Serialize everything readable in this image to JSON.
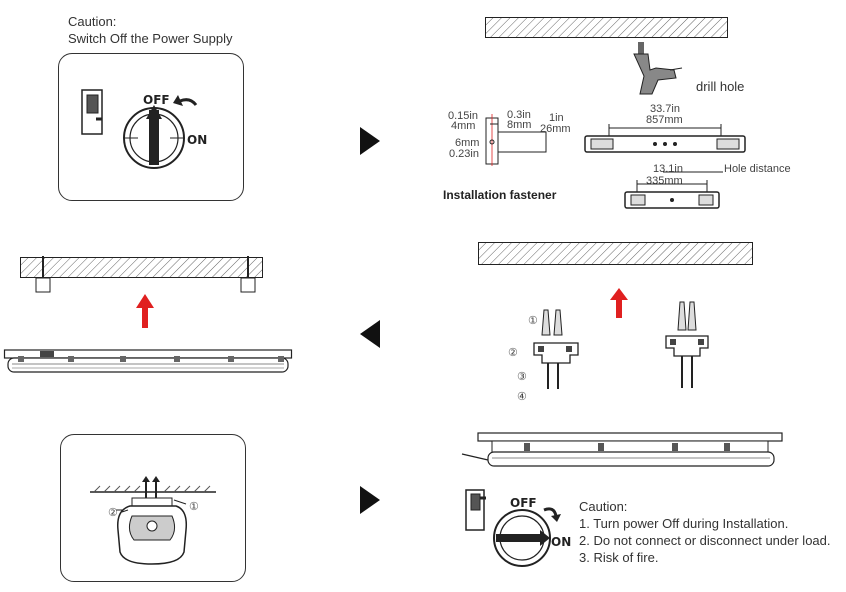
{
  "step1": {
    "caution_title": "Caution:",
    "caution_text": "Switch Off the Power Supply",
    "switch_off_label": "OFF",
    "switch_on_label": "ON"
  },
  "step2": {
    "drill_label": "drill hole",
    "fastener_title": "Installation fastener",
    "dim_015in": "0.15in",
    "dim_4mm": "4mm",
    "dim_03in": "0.3in",
    "dim_8mm": "8mm",
    "dim_1in": "1in",
    "dim_26mm": "26mm",
    "dim_6mm": "6mm",
    "dim_023in": "0.23in",
    "dim_337in": "33.7in",
    "dim_857mm": "857mm",
    "dim_131in": "13.1in",
    "dim_335mm": "335mm",
    "hole_distance": "Hole distance"
  },
  "step4": {
    "callout_1": "①",
    "callout_2": "②",
    "callout_3": "③",
    "callout_4": "④"
  },
  "step5": {
    "callout_1": "①",
    "callout_2": "②"
  },
  "step6": {
    "switch_off_label": "OFF",
    "switch_on_label": "ON",
    "caution_title": "Caution:",
    "line_1": "1. Turn power Off during Installation.",
    "line_2": "2. Do not connect or disconnect under load.",
    "line_3": "3. Risk of fire."
  },
  "colors": {
    "arrow_red": "#e02020",
    "line": "#333333"
  }
}
